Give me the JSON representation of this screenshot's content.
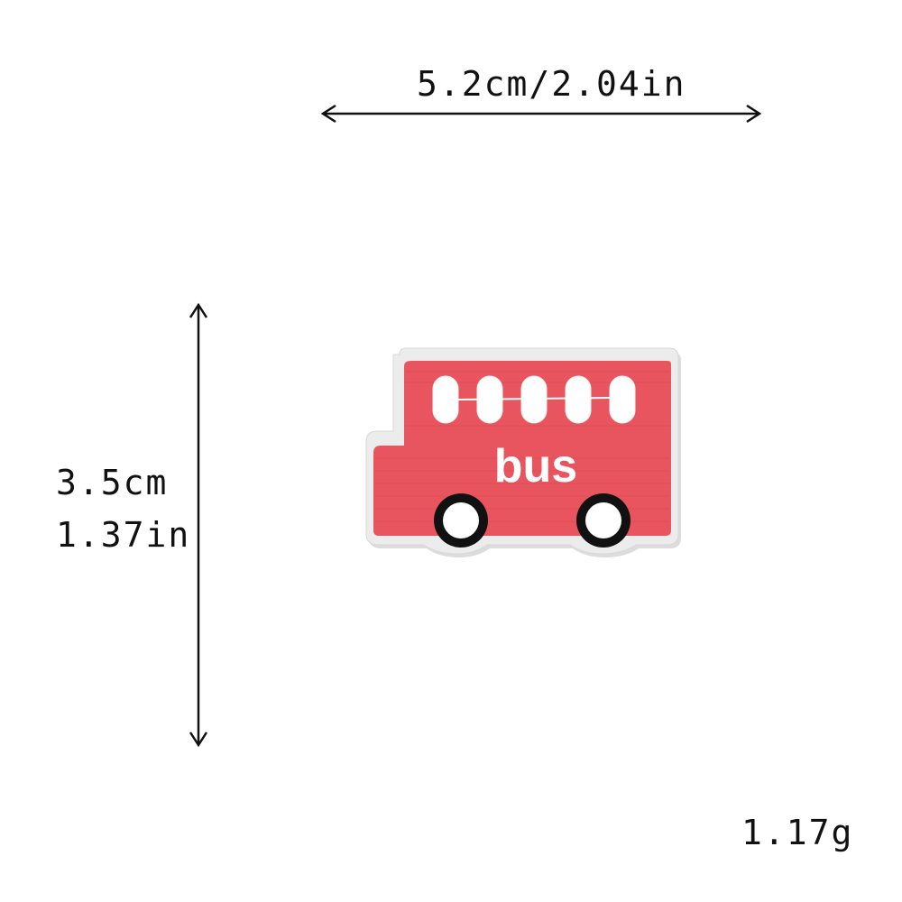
{
  "dimensions": {
    "width": "5.2cm/2.04in",
    "height_cm": "3.5cm",
    "height_in": "1.37in",
    "weight": "1.17g"
  },
  "patch": {
    "text": "bus",
    "colors": {
      "body": "#e8555e",
      "border": "#e9e9e9",
      "window": "#ffffff",
      "wheel": "#111111"
    }
  }
}
